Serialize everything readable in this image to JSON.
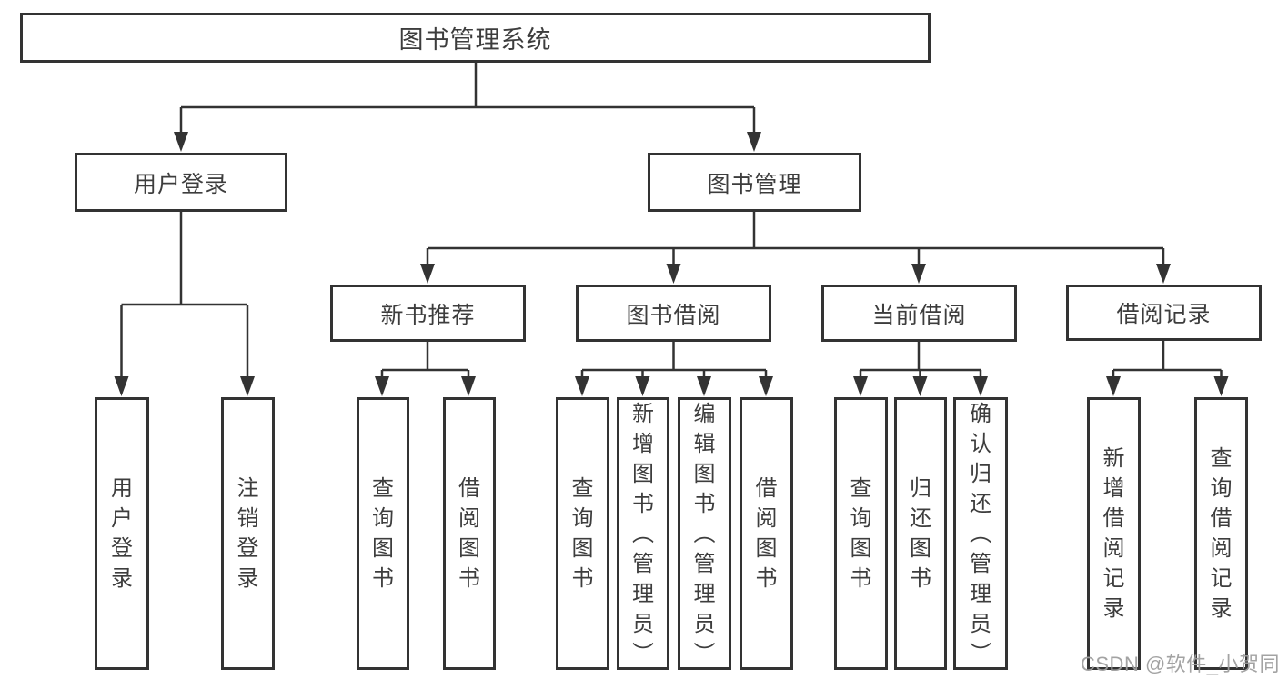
{
  "tree": {
    "label": "图书管理系统",
    "children": [
      {
        "label": "用户登录",
        "children": [
          {
            "label": "用户登录"
          },
          {
            "label": "注销登录"
          }
        ]
      },
      {
        "label": "图书管理",
        "children": [
          {
            "label": "新书推荐",
            "children": [
              {
                "label": "查询图书"
              },
              {
                "label": "借阅图书"
              }
            ]
          },
          {
            "label": "图书借阅",
            "children": [
              {
                "label": "查询图书"
              },
              {
                "label": "新增图书（管理员）"
              },
              {
                "label": "编辑图书（管理员）"
              },
              {
                "label": "借阅图书"
              }
            ]
          },
          {
            "label": "当前借阅",
            "children": [
              {
                "label": "查询图书"
              },
              {
                "label": "归还图书"
              },
              {
                "label": "确认归还（管理员）"
              }
            ]
          },
          {
            "label": "借阅记录",
            "children": [
              {
                "label": "新增借阅记录"
              },
              {
                "label": "查询借阅记录"
              }
            ]
          }
        ]
      }
    ]
  },
  "watermark": {
    "text": "CSDN @软件_小贺同学"
  },
  "colors": {
    "line": "#333333",
    "text": "#3d3d3d",
    "watermark": "#9e9e9e",
    "background": "#ffffff"
  }
}
